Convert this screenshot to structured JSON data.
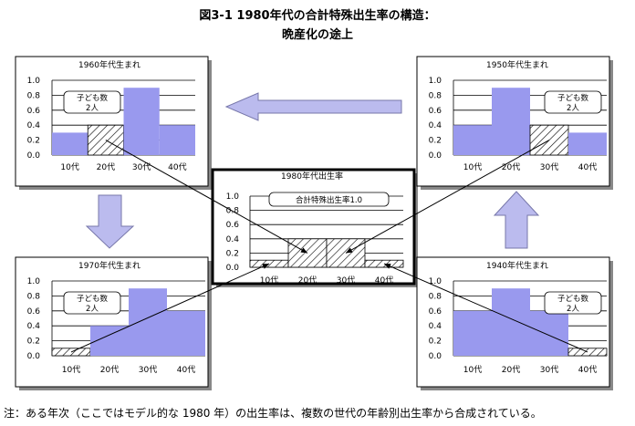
{
  "title_line1": "図3-1 1980年代の合計特殊出生率の構造：",
  "title_line2": "晩産化の途上",
  "note": "注：ある年次（ここではモデル的な 1980 年）の出生率は、複数の世代の年齢別出生率から合成されている。",
  "colors": {
    "bar_fill": "#9999ee",
    "hatch_fill": "#ffffff",
    "arrow_fill": "#bbbbee",
    "arrow_stroke": "#7777aa",
    "grid": "#000000",
    "shadow": "#888888"
  },
  "chart_data": [
    {
      "id": "c1960",
      "type": "bar",
      "title": "1960年代生まれ",
      "categories": [
        "10代",
        "20代",
        "30代",
        "40代"
      ],
      "values": [
        0.3,
        0.4,
        0.9,
        0.4
      ],
      "highlight": [
        1
      ],
      "ylim": [
        0,
        1.0
      ],
      "yticks": [
        "1.0",
        "0.8",
        "0.6",
        "0.4",
        "0.2",
        "0.0"
      ],
      "callout": [
        "子ども数",
        "2人"
      ]
    },
    {
      "id": "c1950",
      "type": "bar",
      "title": "1950年代生まれ",
      "categories": [
        "10代",
        "20代",
        "30代",
        "40代"
      ],
      "values": [
        0.4,
        0.9,
        0.4,
        0.3
      ],
      "highlight": [
        2
      ],
      "ylim": [
        0,
        1.0
      ],
      "yticks": [
        "1.0",
        "0.8",
        "0.6",
        "0.4",
        "0.2",
        "0.0"
      ],
      "callout": [
        "子ども数",
        "2人"
      ]
    },
    {
      "id": "c1980",
      "type": "bar",
      "title": "1980年代出生率",
      "categories": [
        "10代",
        "20代",
        "30代",
        "40代"
      ],
      "values": [
        0.1,
        0.4,
        0.4,
        0.1
      ],
      "highlight": [
        0,
        1,
        2,
        3
      ],
      "ylim": [
        0,
        1.0
      ],
      "yticks": [
        "1.0",
        "0.8",
        "0.6",
        "0.4",
        "0.2",
        "0.0"
      ],
      "callout": [
        "合計特殊出生率1.0"
      ]
    },
    {
      "id": "c1970",
      "type": "bar",
      "title": "1970年代生まれ",
      "categories": [
        "10代",
        "20代",
        "30代",
        "40代"
      ],
      "values": [
        0.1,
        0.4,
        0.9,
        0.6
      ],
      "highlight": [
        0
      ],
      "ylim": [
        0,
        1.0
      ],
      "yticks": [
        "1.0",
        "0.8",
        "0.6",
        "0.4",
        "0.2",
        "0.0"
      ],
      "callout": [
        "子ども数",
        "2人"
      ]
    },
    {
      "id": "c1940",
      "type": "bar",
      "title": "1940年代生まれ",
      "categories": [
        "10代",
        "20代",
        "30代",
        "40代"
      ],
      "values": [
        0.6,
        0.9,
        0.6,
        0.1
      ],
      "highlight": [
        3
      ],
      "ylim": [
        0,
        1.0
      ],
      "yticks": [
        "1.0",
        "0.8",
        "0.6",
        "0.4",
        "0.2",
        "0.0"
      ],
      "callout": [
        "子ども数",
        "2人"
      ]
    }
  ]
}
